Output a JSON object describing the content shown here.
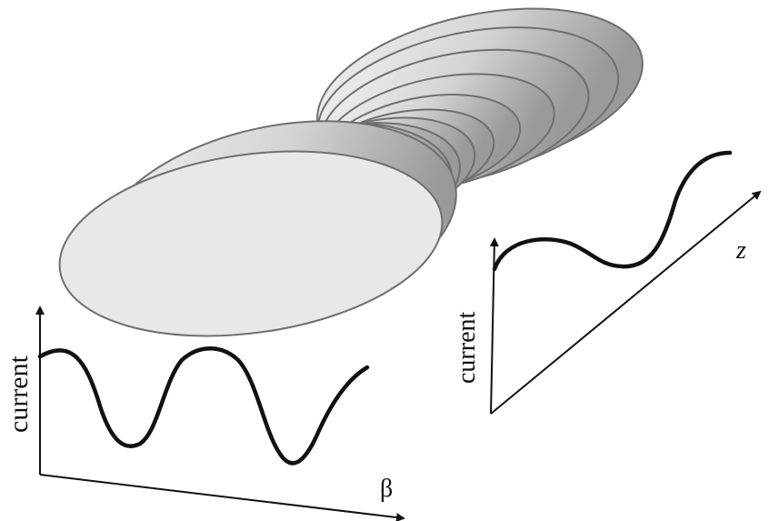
{
  "labels": {
    "left_current": "current",
    "right_current": "current",
    "beta": "β",
    "z": "z"
  },
  "colors": {
    "disk_light": "#efefef",
    "disk_dark": "#9c9c9c",
    "disk_stroke": "#6f6f6f",
    "curve": "#111111",
    "axis": "#111111"
  }
}
